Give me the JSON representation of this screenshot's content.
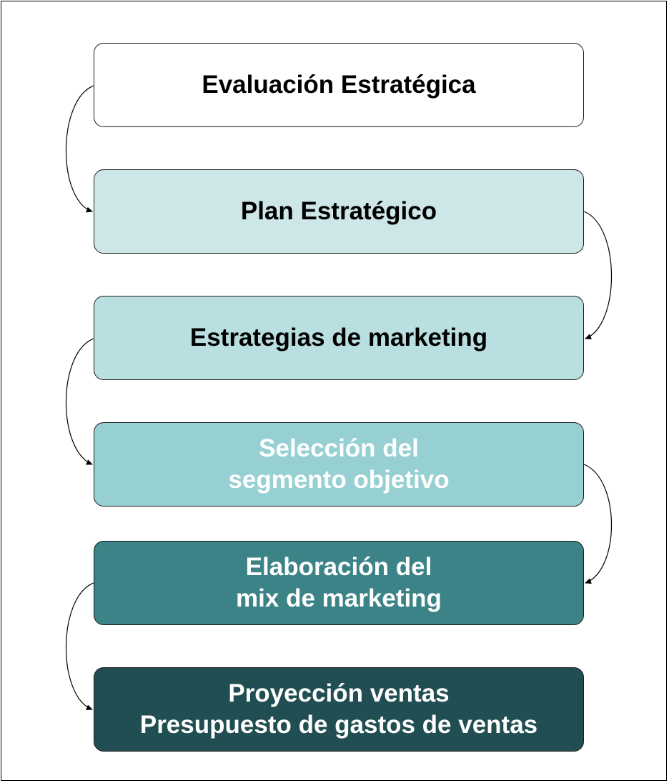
{
  "diagram": {
    "steps": [
      {
        "label": "Evaluación Estratégica"
      },
      {
        "label": "Plan Estratégico"
      },
      {
        "label": "Estrategias de marketing"
      },
      {
        "label": "Selección del\nsegmento objetivo"
      },
      {
        "label": "Elaboración del\nmix de marketing"
      },
      {
        "label": "Proyección ventas\nPresupuesto de gastos de ventas"
      }
    ]
  },
  "colors": {
    "step_fills": [
      "#ffffff",
      "#cde6e8",
      "#b9dfe1",
      "#96d0d3",
      "#3b8387",
      "#214e52"
    ],
    "connector": "#000000"
  }
}
